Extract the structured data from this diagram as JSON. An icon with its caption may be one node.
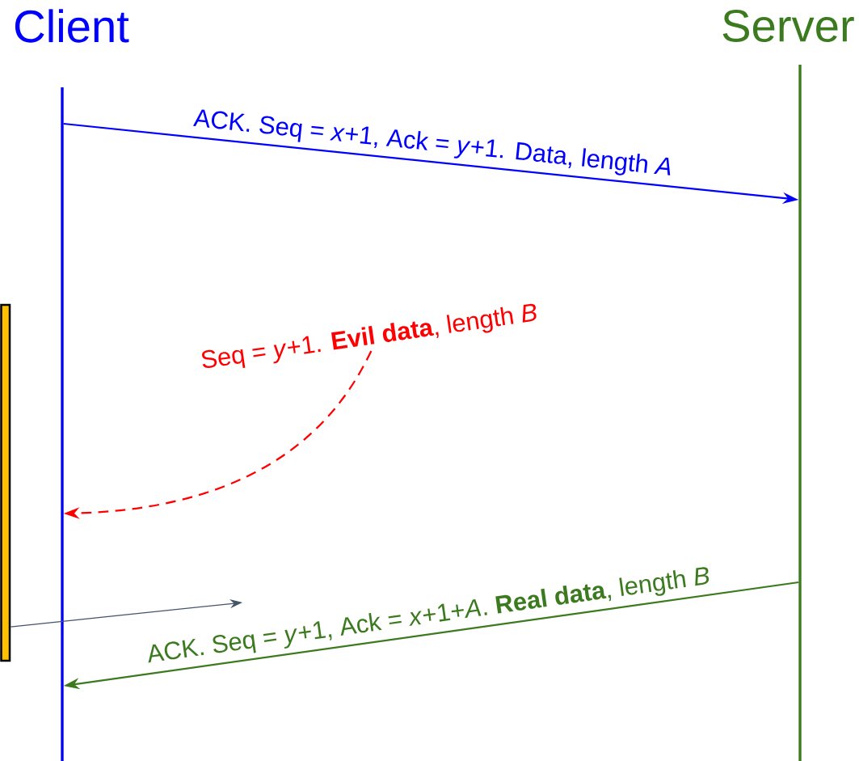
{
  "diagram": {
    "nodes": [
      {
        "text": [
          "Client"
        ]
      },
      {
        "text": [
          "Server"
        ]
      },
      {
        "text": [],
        "shape": "box"
      },
      {
        "text": [
          "Seq = *y*+1. **Evil data**, length *B*"
        ]
      }
    ],
    "edges": [
      {
        "from": 0,
        "to": 1,
        "arrow": "to",
        "label": "ACK. Seq = *x*+1, Ack = *y*+1. Data, length *A*",
        "color": "#0000ff"
      },
      {
        "from": 3,
        "to": 0,
        "arrow": "to",
        "style": "dashed",
        "color": "#ff0000"
      },
      {
        "from": 1,
        "to": 0,
        "arrow": "to",
        "label": "ACK. Seq = *y*+1, Ack = *x*+1+*A*. **Real data**, length *B*",
        "color": "#3b7a1e"
      },
      {
        "from": 2,
        "to": null,
        "arrow": "to",
        "color": "#44546a"
      }
    ]
  }
}
